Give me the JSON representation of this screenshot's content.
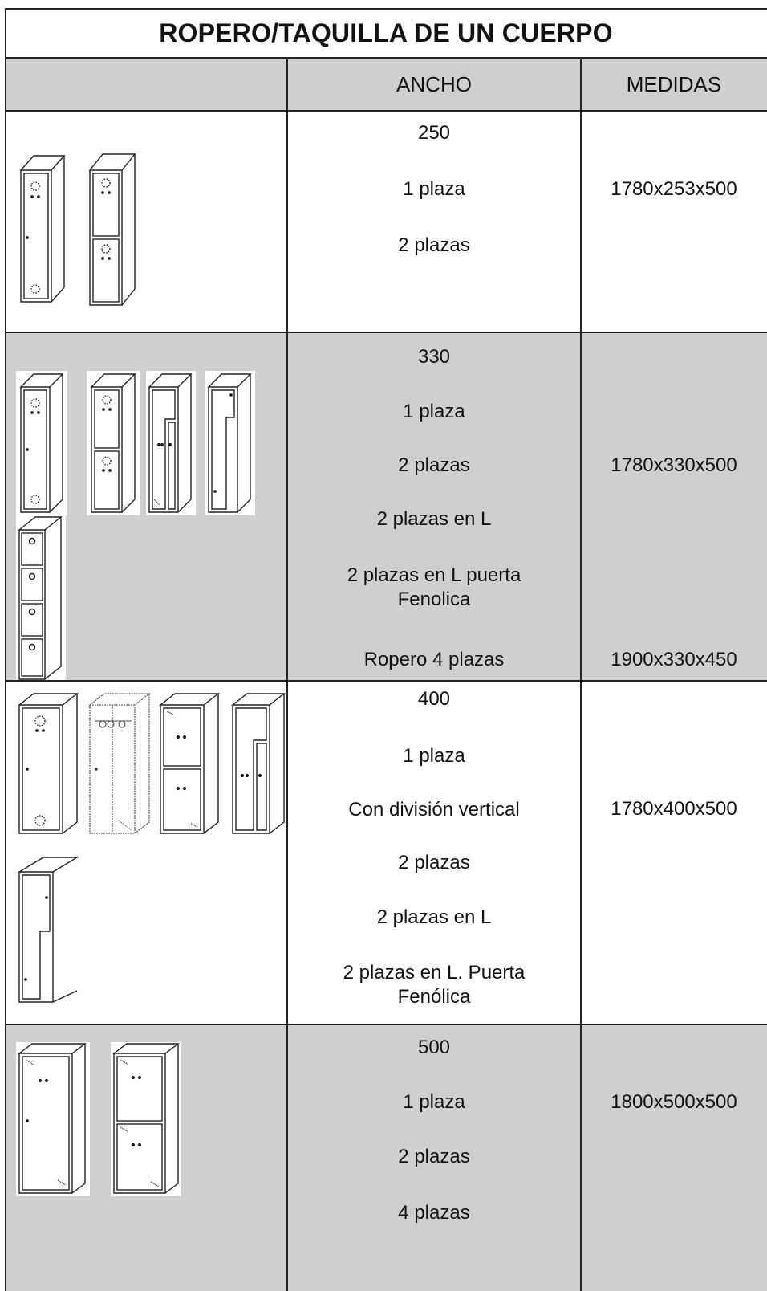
{
  "title": "ROPERO/TAQUILLA  DE UN CUERPO",
  "header": {
    "blank": "",
    "ancho": "ANCHO",
    "medidas": "MEDIDAS"
  },
  "rows": [
    {
      "width_label": "250",
      "options": [
        "1 plaza",
        "2 plazas"
      ],
      "medidas": [
        "1780x253x500"
      ],
      "images": [
        "locker-1-plaza",
        "locker-2-plazas"
      ]
    },
    {
      "width_label": "330",
      "options": [
        "1 plaza",
        "2 plazas",
        "2 plazas en L",
        "2 plazas en L  puerta\nFenolica",
        "Ropero 4 plazas"
      ],
      "medidas": [
        "1780x330x500",
        "1900x330x450"
      ],
      "images": [
        "locker-1-plaza",
        "locker-2-plazas",
        "locker-l-shape",
        "locker-l-phenolic",
        "locker-4-plazas"
      ]
    },
    {
      "width_label": "400",
      "options": [
        "1 plaza",
        "Con división vertical",
        "2 plazas",
        "2 plazas en L",
        "2 plazas en L. Puerta\nFenólica"
      ],
      "medidas": [
        "1780x400x500"
      ],
      "images": [
        "locker-1-plaza",
        "locker-vertical-division",
        "locker-2-plazas",
        "locker-l-shape",
        "locker-l-phenolic"
      ]
    },
    {
      "width_label": "500",
      "options": [
        "1 plaza",
        "2 plazas",
        "4 plazas"
      ],
      "medidas": [
        "1800x500x500"
      ],
      "images": [
        "locker-1-plaza",
        "locker-2-plazas"
      ]
    }
  ]
}
